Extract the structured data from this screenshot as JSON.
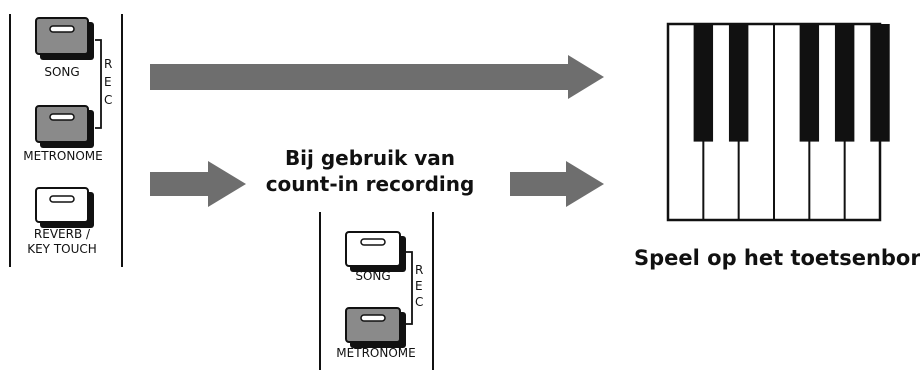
{
  "panel_left": {
    "buttons": [
      {
        "label": "SONG",
        "state": "lit"
      },
      {
        "label": "METRONOME",
        "state": "lit"
      },
      {
        "label_lines": [
          "REVERB /",
          "KEY TOUCH"
        ],
        "state": "off"
      }
    ],
    "rec_letters": [
      "R",
      "E",
      "C"
    ]
  },
  "count_in": {
    "heading_lines": [
      "Bij gebruik van",
      "count-in recording"
    ],
    "buttons": [
      {
        "label": "SONG",
        "state": "off"
      },
      {
        "label": "METRONOME",
        "state": "lit"
      }
    ],
    "rec_letters": [
      "R",
      "E",
      "C"
    ]
  },
  "keyboard": {
    "caption": "Speel op het toetsenbord",
    "white_keys": 6,
    "black_keys": 5
  },
  "colors": {
    "arrow": "#6e6e6e",
    "button_lit": "#8a8a8a",
    "button_off": "#ffffff",
    "outline": "#111111"
  }
}
